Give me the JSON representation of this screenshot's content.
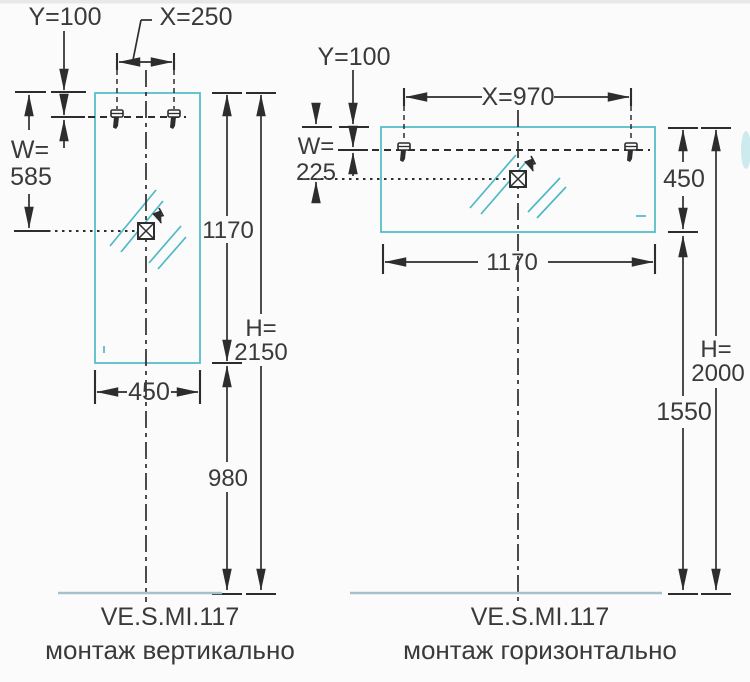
{
  "colors": {
    "line": "#2d2d2d",
    "text": "#3a3a3a",
    "mirror_outline": "#57bec9",
    "floor_line": "#a5c2cb",
    "background": "#fbfbfb"
  },
  "left_diagram": {
    "dimensions": {
      "y_offset": "Y=100",
      "x_spacing": "X=250",
      "w_label": "W=",
      "w_value": "585",
      "mirror_height": "1170",
      "mirror_width": "450",
      "total_height_label": "H=",
      "total_height_value": "2150",
      "bottom_clearance": "980"
    },
    "product_code": "VE.S.MI.117",
    "caption": "монтаж вертикально"
  },
  "right_diagram": {
    "dimensions": {
      "y_offset": "Y=100",
      "x_spacing": "X=970",
      "w_label": "W=",
      "w_value": "225",
      "mirror_height": "450",
      "mirror_width": "1170",
      "total_height_label": "H=",
      "total_height_value": "2000",
      "bottom_clearance": "1550"
    },
    "product_code": "VE.S.MI.117",
    "caption": "монтаж горизонтально"
  }
}
